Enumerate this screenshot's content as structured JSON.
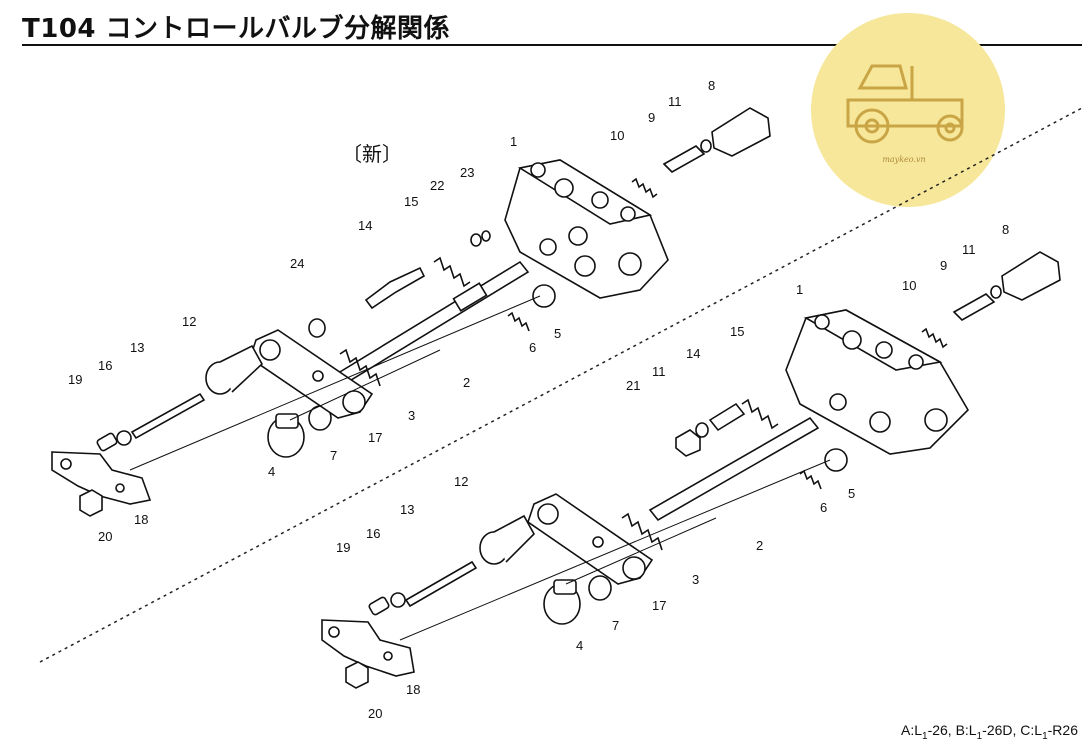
{
  "page": {
    "title": "T104 コントロールバルブ分解関係",
    "variant_label": "〔新〕",
    "footer": {
      "a": "A:L",
      "a_sub": "1",
      "a_tail": "-26,",
      "b": "B:L",
      "b_sub": "1",
      "b_tail": "-26D,",
      "c": "C:L",
      "c_sub": "1",
      "c_tail": "-R26"
    }
  },
  "watermark": {
    "text": "maykeo.vn",
    "color": "#f6e79a",
    "accent": "#c9a545"
  },
  "callouts_upper": [
    {
      "id": "u1",
      "text": "1"
    },
    {
      "id": "u2",
      "text": "2"
    },
    {
      "id": "u3",
      "text": "3"
    },
    {
      "id": "u4",
      "text": "4"
    },
    {
      "id": "u5",
      "text": "5"
    },
    {
      "id": "u6",
      "text": "6"
    },
    {
      "id": "u7",
      "text": "7"
    },
    {
      "id": "u8",
      "text": "8"
    },
    {
      "id": "u9",
      "text": "9"
    },
    {
      "id": "u10",
      "text": "10"
    },
    {
      "id": "u11",
      "text": "11"
    },
    {
      "id": "u12",
      "text": "12"
    },
    {
      "id": "u13",
      "text": "13"
    },
    {
      "id": "u14",
      "text": "14"
    },
    {
      "id": "u15",
      "text": "15"
    },
    {
      "id": "u16",
      "text": "16"
    },
    {
      "id": "u17",
      "text": "17"
    },
    {
      "id": "u18",
      "text": "18"
    },
    {
      "id": "u19",
      "text": "19"
    },
    {
      "id": "u20",
      "text": "20"
    },
    {
      "id": "u22",
      "text": "22"
    },
    {
      "id": "u23",
      "text": "23"
    },
    {
      "id": "u24",
      "text": "24"
    }
  ],
  "callouts_lower": [
    {
      "id": "l1",
      "text": "1"
    },
    {
      "id": "l2",
      "text": "2"
    },
    {
      "id": "l3",
      "text": "3"
    },
    {
      "id": "l4",
      "text": "4"
    },
    {
      "id": "l5",
      "text": "5"
    },
    {
      "id": "l6",
      "text": "6"
    },
    {
      "id": "l7",
      "text": "7"
    },
    {
      "id": "l8",
      "text": "8"
    },
    {
      "id": "l9",
      "text": "9"
    },
    {
      "id": "l10",
      "text": "10"
    },
    {
      "id": "l11a",
      "text": "11"
    },
    {
      "id": "l11b",
      "text": "11"
    },
    {
      "id": "l12",
      "text": "12"
    },
    {
      "id": "l13",
      "text": "13"
    },
    {
      "id": "l14",
      "text": "14"
    },
    {
      "id": "l15",
      "text": "15"
    },
    {
      "id": "l16",
      "text": "16"
    },
    {
      "id": "l17",
      "text": "17"
    },
    {
      "id": "l18",
      "text": "18"
    },
    {
      "id": "l19",
      "text": "19"
    },
    {
      "id": "l20",
      "text": "20"
    },
    {
      "id": "l21",
      "text": "21"
    }
  ]
}
